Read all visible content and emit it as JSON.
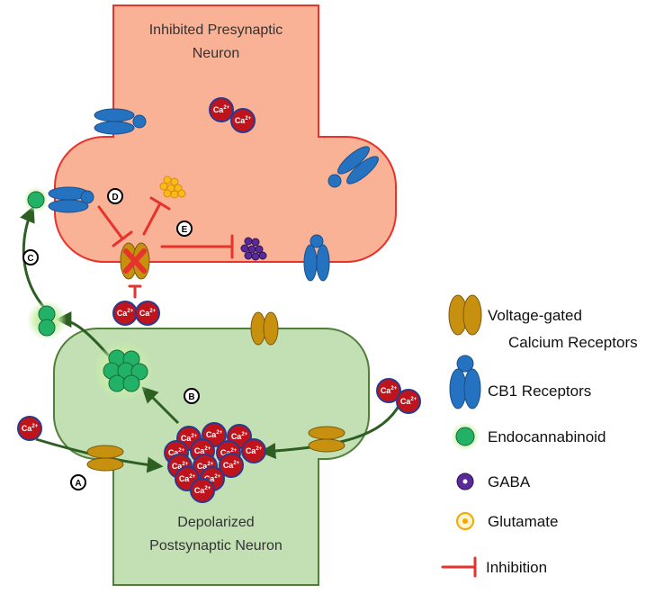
{
  "presynaptic": {
    "title_line1": "Inhibited Presynaptic",
    "title_line2": "Neuron"
  },
  "postsynaptic": {
    "title_line1": "Depolarized",
    "title_line2": "Postsynaptic Neuron"
  },
  "ion_label": "Ca",
  "ion_charge": "2+",
  "steps": {
    "a": "A",
    "b": "B",
    "c": "C",
    "d": "D",
    "e": "E"
  },
  "legend": {
    "vgcc_line1": "Voltage-gated",
    "vgcc_line2": "Calcium Receptors",
    "cb1": "CB1 Receptors",
    "endocannabinoid": "Endocannabinoid",
    "gaba": "GABA",
    "glutamate": "Glutamate",
    "inhibition": "Inhibition"
  },
  "colors": {
    "presynaptic_fill": "#f9b296",
    "presynaptic_stroke": "#e8322c",
    "postsynaptic_fill": "#c2e0b4",
    "postsynaptic_stroke": "#4f7f3a",
    "calcium_fill": "#c0141d",
    "calcium_stroke": "#2b3a8c",
    "receptor_fill": "#c8900f",
    "cb1_fill": "#2573c0",
    "endocannabinoid_fill": "#21b267",
    "gaba_fill": "#5a2a9a",
    "glutamate_fill": "#f5bc1c",
    "inhibition": "#e8322c",
    "arrow": "#2d5f22"
  }
}
